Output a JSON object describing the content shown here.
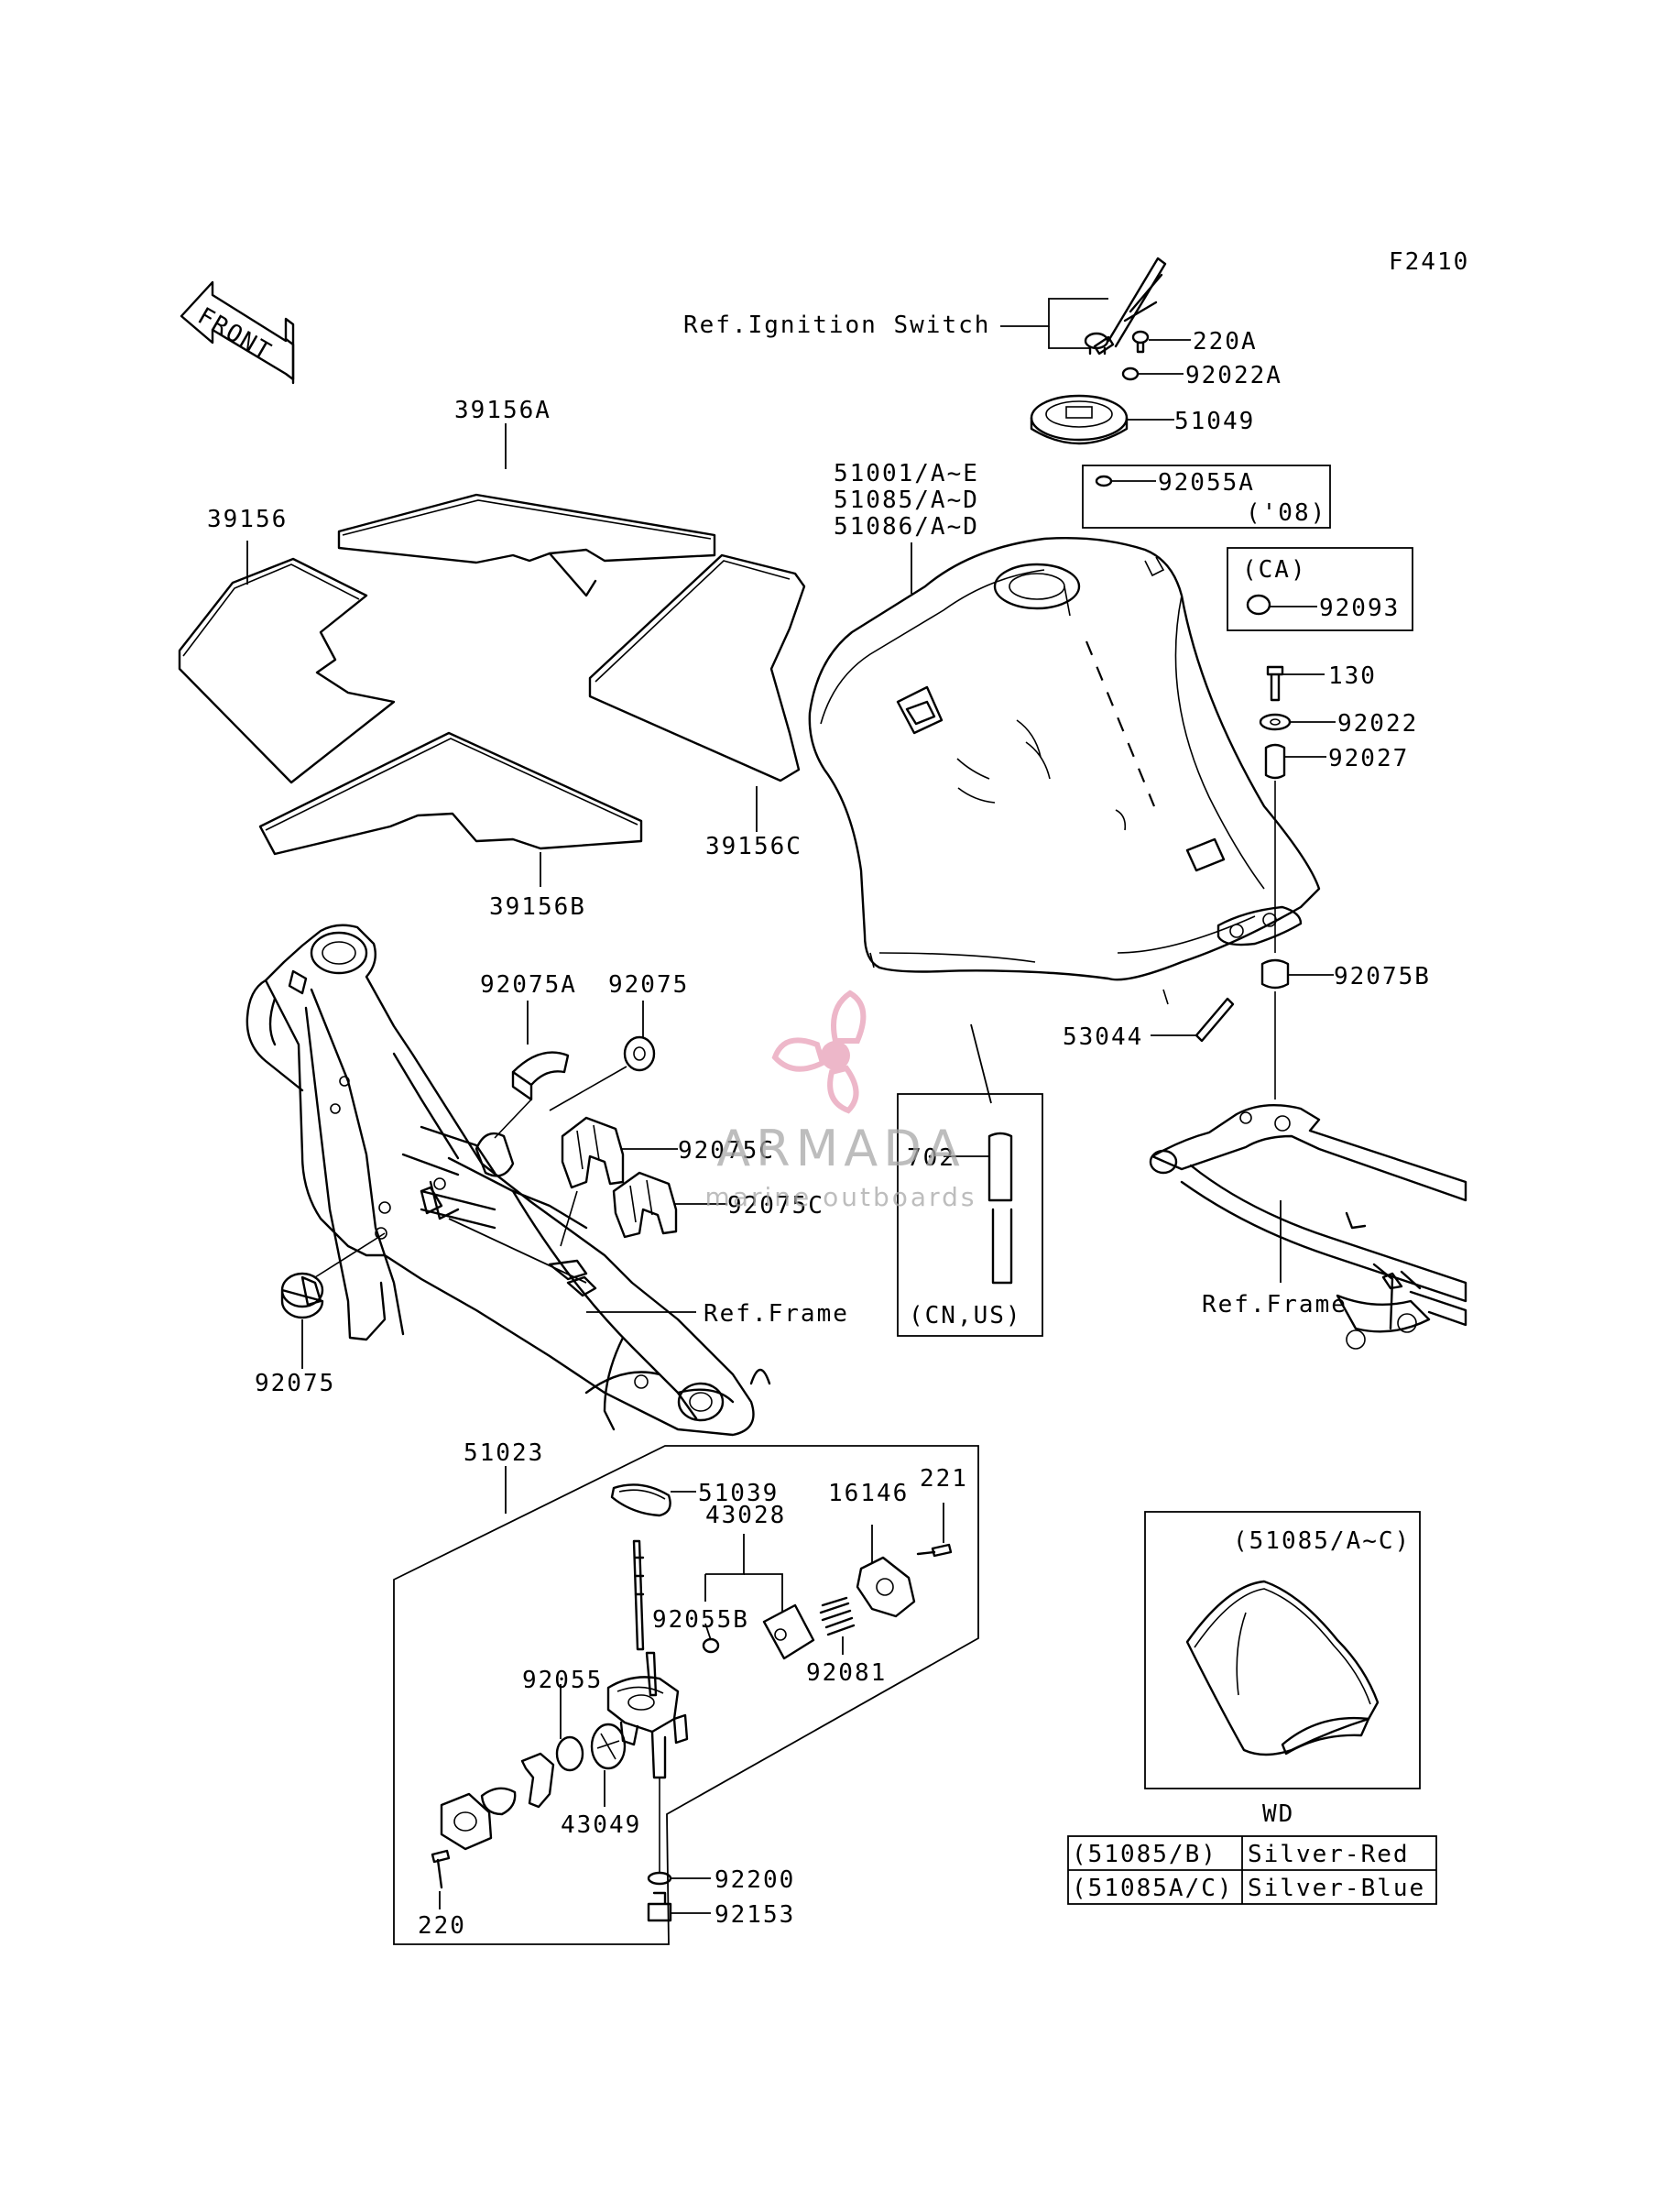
{
  "diagram_code": "F2410",
  "front_label": "FRONT",
  "labels": {
    "ref_ignition_switch": "Ref.Ignition Switch",
    "p220A": "220A",
    "p92022A": "92022A",
    "p51049": "51049",
    "p92055A": "92055A",
    "note_08": "('08)",
    "tank_line1": "51001/A~E",
    "tank_line2": "51085/A~D",
    "tank_line3": "51086/A~D",
    "note_ca": "(CA)",
    "p92093": "92093",
    "p130": "130",
    "p92022": "92022",
    "p92027": "92027",
    "p92075B": "92075B",
    "p53044": "53044",
    "p39156A": "39156A",
    "p39156": "39156",
    "p39156C": "39156C",
    "p39156B": "39156B",
    "p92075A": "92075A",
    "p92075_top": "92075",
    "p92075C_1": "92075C",
    "p92075C_2": "92075C",
    "ref_frame_left": "Ref.Frame",
    "p92075_bottom": "92075",
    "p702": "702",
    "note_cn_us": "(CN,US)",
    "ref_frame_right": "Ref.Frame",
    "p51023": "51023",
    "p51039": "51039",
    "p43028": "43028",
    "p16146": "16146",
    "p221": "221",
    "p92055B": "92055B",
    "p92081": "92081",
    "p92055": "92055",
    "p43049": "43049",
    "p92200": "92200",
    "p92153": "92153",
    "p220": "220",
    "inset_title": "(51085/A~C)",
    "inset_caption": "WD"
  },
  "color_table": [
    {
      "code": "(51085/B)",
      "color": "Silver-Red"
    },
    {
      "code": "(51085A/C)",
      "color": "Silver-Blue"
    }
  ],
  "watermark": {
    "brand": "ARMADA",
    "tagline": "marine outboards",
    "accent": "#e8a0b8"
  }
}
